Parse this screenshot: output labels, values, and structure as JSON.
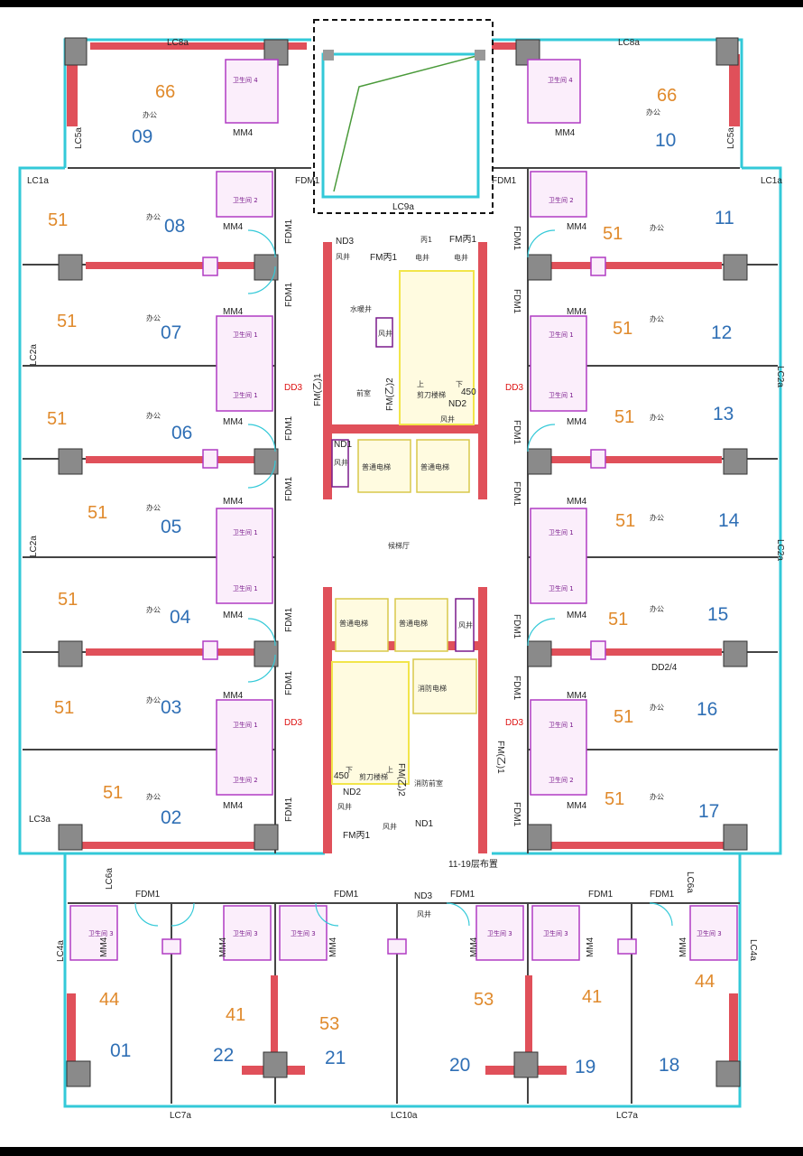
{
  "rooms": [
    {
      "id": "01",
      "area": "44"
    },
    {
      "id": "02",
      "area": "51"
    },
    {
      "id": "03",
      "area": "51"
    },
    {
      "id": "04",
      "area": "51"
    },
    {
      "id": "05",
      "area": "51"
    },
    {
      "id": "06",
      "area": "51"
    },
    {
      "id": "07",
      "area": "51"
    },
    {
      "id": "08",
      "area": "51"
    },
    {
      "id": "09",
      "area": "66"
    },
    {
      "id": "10",
      "area": "66"
    },
    {
      "id": "11",
      "area": "51"
    },
    {
      "id": "12",
      "area": "51"
    },
    {
      "id": "13",
      "area": "51"
    },
    {
      "id": "14",
      "area": "51"
    },
    {
      "id": "15",
      "area": "51"
    },
    {
      "id": "16",
      "area": "51"
    },
    {
      "id": "17",
      "area": "51"
    },
    {
      "id": "18",
      "area": "44"
    },
    {
      "id": "19",
      "area": "41"
    },
    {
      "id": "20",
      "area": "53"
    },
    {
      "id": "21",
      "area": "53"
    },
    {
      "id": "22",
      "area": "41"
    }
  ],
  "labels": {
    "lc8a": "LC8a",
    "lc9a": "LC9a",
    "lc5a": "LC5a",
    "lc1a": "LC1a",
    "lc2a": "LC2a",
    "lc3a": "LC3a",
    "lc6a": "LC6a",
    "lc4a": "LC4a",
    "lc7a": "LC7a",
    "lc10a": "LC10a",
    "fdm1": "FDM1",
    "mm4": "MM4",
    "nd3": "ND3",
    "nd2": "ND2",
    "nd1": "ND1",
    "dd3": "DD3",
    "dd2_4": "DD2/4",
    "fm_c1": "FM丙1",
    "fm_b1": "FM(乙)1",
    "fm_b2": "FM(乙)2",
    "dim450": "450",
    "floors": "11-19层布置"
  },
  "text_cn": {
    "toilet_2": "卫生间 2",
    "toilet_1": "卫生间 1",
    "toilet_3": "卫生间 3",
    "toilet_4": "卫生间 4",
    "office": "办公",
    "shaft": "水暖井",
    "front_room": "前室",
    "stair_up": "上",
    "stair_down": "下",
    "stair_core": "剪刀楼梯",
    "fan": "风井",
    "elevator": "普通电梯",
    "fire_elevator": "消防电梯",
    "lobby": "候梯厅",
    "fire_front_room": "消防前室",
    "elec_well": "电井",
    "fire_c1": "丙1"
  },
  "colors": {
    "wall_cyan": "#33c9d8",
    "wall_red": "#e0505a",
    "column": "#8a8a8a",
    "room_id": "#2f6fb5",
    "area": "#e08a2c",
    "fixture": "#b03cc3",
    "stair_yellow": "#f2e54a"
  }
}
